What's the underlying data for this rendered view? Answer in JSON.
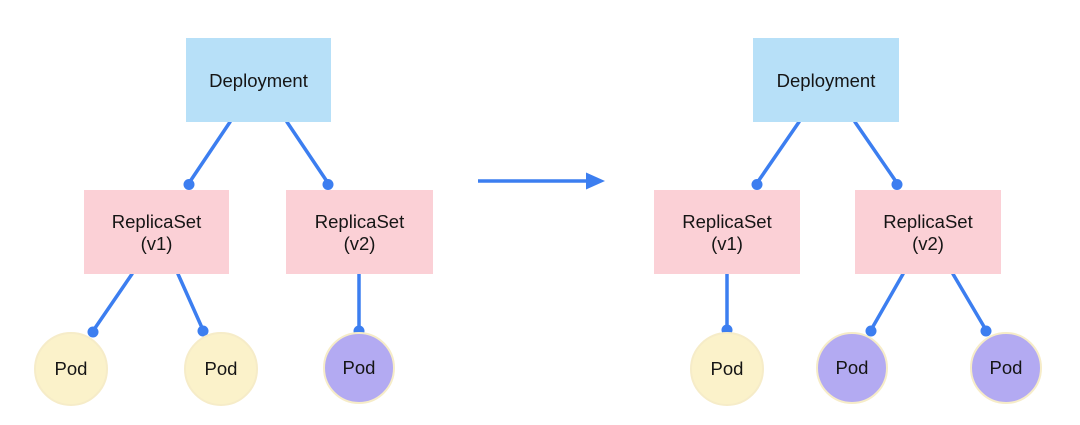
{
  "colors": {
    "deployment_fill": "#B7E0F8",
    "replicaset_fill": "#FBD0D6",
    "pod_v1_fill": "#FBF2CA",
    "pod_v2_fill": "#B3AAF2",
    "pod_stroke": "#F6ECC8",
    "connector": "#3C7EF0",
    "label_text": "#151515"
  },
  "before": {
    "deployment": "Deployment",
    "replicaset_v1": {
      "line1": "ReplicaSet",
      "line2": "(v1)"
    },
    "replicaset_v2": {
      "line1": "ReplicaSet",
      "line2": "(v2)"
    },
    "pods_v1": [
      "Pod",
      "Pod"
    ],
    "pods_v2": [
      "Pod"
    ]
  },
  "after": {
    "deployment": "Deployment",
    "replicaset_v1": {
      "line1": "ReplicaSet",
      "line2": "(v1)"
    },
    "replicaset_v2": {
      "line1": "ReplicaSet",
      "line2": "(v2)"
    },
    "pods_v1": [
      "Pod"
    ],
    "pods_v2": [
      "Pod",
      "Pod"
    ]
  }
}
